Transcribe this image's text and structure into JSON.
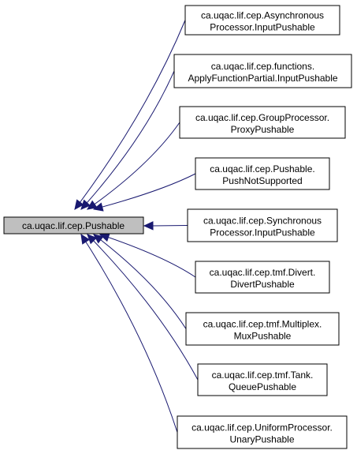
{
  "root": {
    "label": "ca.uqac.lif.cep.Pushable"
  },
  "subclasses": [
    {
      "line1": "ca.uqac.lif.cep.Asynchronous",
      "line2": "Processor.InputPushable"
    },
    {
      "line1": "ca.uqac.lif.cep.functions.",
      "line2": "ApplyFunctionPartial.InputPushable"
    },
    {
      "line1": "ca.uqac.lif.cep.GroupProcessor.",
      "line2": "ProxyPushable"
    },
    {
      "line1": "ca.uqac.lif.cep.Pushable.",
      "line2": "PushNotSupported"
    },
    {
      "line1": "ca.uqac.lif.cep.Synchronous",
      "line2": "Processor.InputPushable"
    },
    {
      "line1": "ca.uqac.lif.cep.tmf.Divert.",
      "line2": "DivertPushable"
    },
    {
      "line1": "ca.uqac.lif.cep.tmf.Multiplex.",
      "line2": "MuxPushable"
    },
    {
      "line1": "ca.uqac.lif.cep.tmf.Tank.",
      "line2": "QueuePushable"
    },
    {
      "line1": "ca.uqac.lif.cep.UniformProcessor.",
      "line2": "UnaryPushable"
    }
  ],
  "colors": {
    "edge": "#191970",
    "root_fill": "#bfbfbf",
    "node_fill": "#ffffff",
    "border": "#000000"
  }
}
